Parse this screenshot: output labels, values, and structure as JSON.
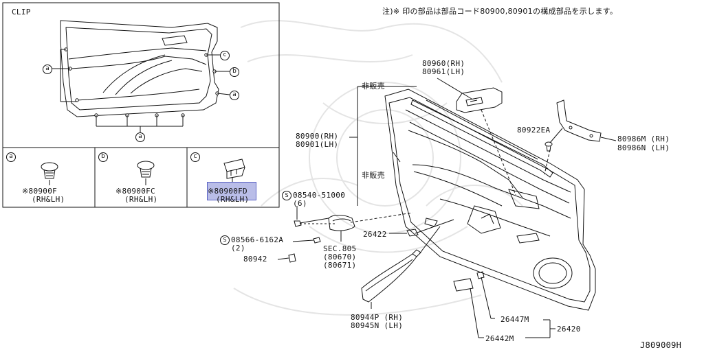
{
  "header_note": "注)※ 印の部品は部品コード80900,80901の構成部品を示します。",
  "clip_panel": {
    "title": "CLIP",
    "callouts": {
      "a1": "a",
      "a2": "a",
      "a3": "a",
      "b": "b",
      "c": "c"
    },
    "clip_a": {
      "letter": "a",
      "part": "※80900F",
      "side": "(RH&LH)"
    },
    "clip_b": {
      "letter": "b",
      "part": "※80900FC",
      "side": "(RH&LH)"
    },
    "clip_c": {
      "letter": "c",
      "part": "※80900FD",
      "side": "(RH&LH)"
    }
  },
  "parts": {
    "p80960": {
      "line1": "80960(RH)",
      "line2": "80961(LH)"
    },
    "not_sold_1": "非販売",
    "not_sold_2": "非販売",
    "p80900": {
      "line1": "80900(RH)",
      "line2": "80901(LH)"
    },
    "p80922": "80922EA",
    "p80986": {
      "line1": "80986M (RH)",
      "line2": "80986N (LH)"
    },
    "screw1": {
      "symbol": "S",
      "code": "08540-51000",
      "qty": "(6)"
    },
    "screw2": {
      "symbol": "S",
      "code": "08566-6162A",
      "qty": "(2)"
    },
    "p26422": "26422",
    "sec805": {
      "line1": "SEC.805",
      "line2": "(80670)",
      "line3": "(80671)"
    },
    "p80942": "80942",
    "p80944": {
      "line1": "80944P (RH)",
      "line2": "80945N (LH)"
    },
    "p26447": "26447M",
    "p26420": "26420",
    "p26442": "26442M"
  },
  "diagram_id": "J809009H",
  "colors": {
    "line": "#111111",
    "highlight": "#b9bde8",
    "watermark": "#e6e6e6"
  }
}
